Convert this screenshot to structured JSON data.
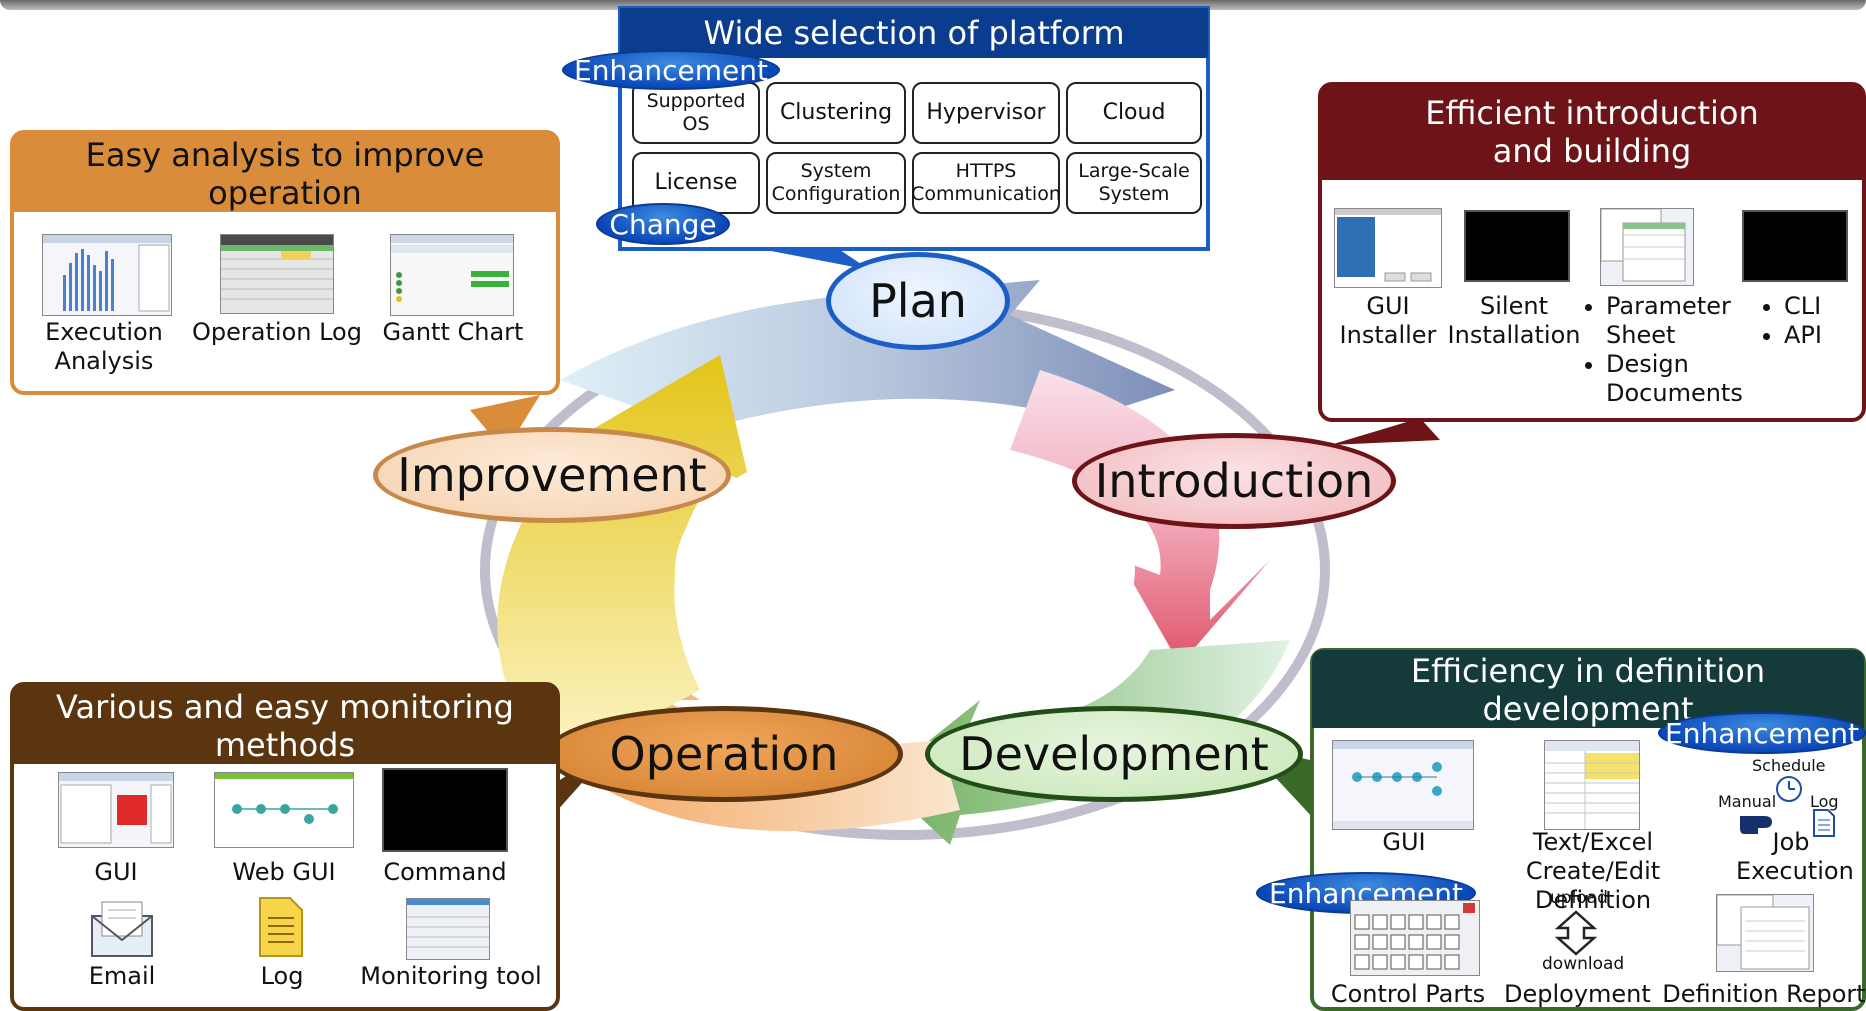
{
  "plan": {
    "title": "Wide selection of platform",
    "cells": [
      "Supported OS",
      "Clustering",
      "Hypervisor",
      "Cloud",
      "License",
      "System Configuration",
      "HTTPS Communication",
      "Large-Scale System"
    ],
    "badge_top": "Enhancement",
    "badge_bottom": "Change"
  },
  "improve": {
    "title": "Easy analysis to improve operation",
    "items": [
      "Execution Analysis",
      "Operation Log",
      "Gantt Chart"
    ]
  },
  "intro": {
    "title": "Efficient introduction and building",
    "items": [
      "GUI Installer",
      "Silent Installation"
    ],
    "bullets_a": [
      "Parameter Sheet",
      "Design Documents"
    ],
    "bullets_b": [
      "CLI",
      "API"
    ]
  },
  "monitor": {
    "title": "Various and easy monitoring methods",
    "items": [
      "GUI",
      "Web GUI",
      "Command",
      "Email",
      "Log",
      "Monitoring tool"
    ]
  },
  "dev": {
    "title": "Efficiency in definition development",
    "badge_top": "Enhancement",
    "badge_mid": "Enhancement",
    "items": [
      "GUI",
      "Text/Excel Create/Edit Definition",
      "Job Execution",
      "Control Parts",
      "Deployment",
      "Definition Report"
    ],
    "small": {
      "schedule": "Schedule",
      "manual": "Manual",
      "log": "Log",
      "upload": "upload",
      "download": "download"
    }
  },
  "stages": {
    "plan": "Plan",
    "introduction": "Introduction",
    "development": "Development",
    "operation": "Operation",
    "improvement": "Improvement"
  },
  "colors": {
    "plan_border": "#1b5ec7",
    "plan_header": "#0b3d8e",
    "improve_header": "#d98c3a",
    "intro_header": "#6e1418",
    "monitor_header": "#5a3510",
    "dev_header": "#153a3a",
    "dev_border": "#3a6a2a"
  }
}
